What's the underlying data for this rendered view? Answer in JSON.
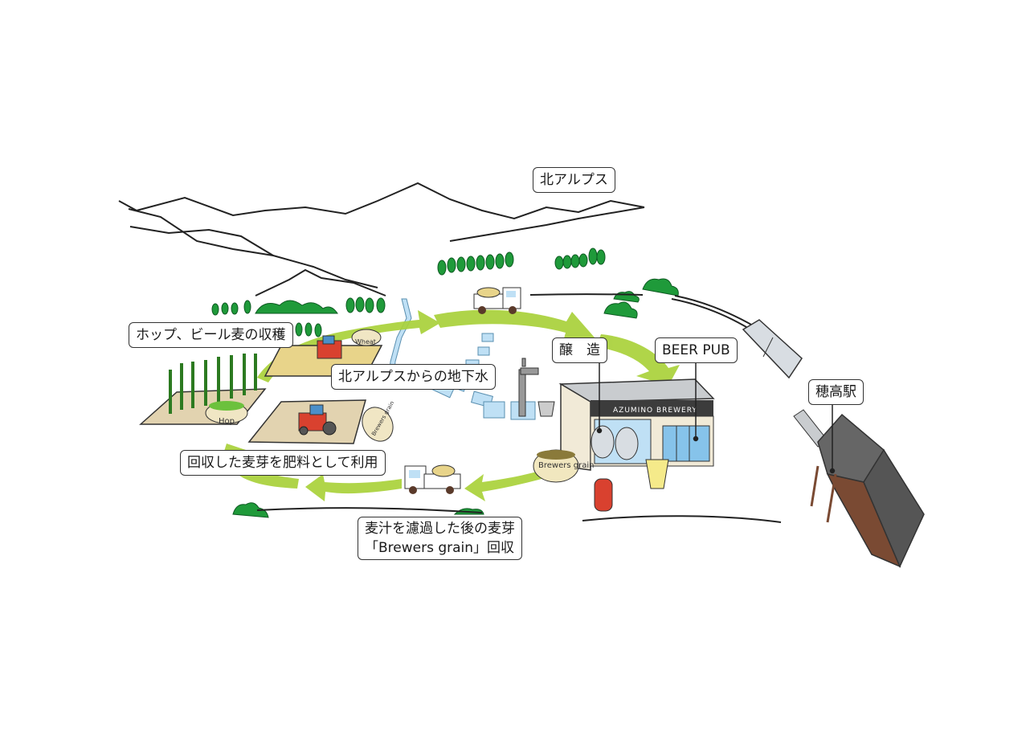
{
  "labels": {
    "north_alps": "北アルプス",
    "harvest": "ホップ、ビール麦の収穫",
    "groundwater": "北アルプスからの地下水",
    "brewing": "醸　造",
    "beer_pub": "BEER PUB",
    "hotaka_station": "穂高駅",
    "fertilizer": "回収した麦芽を肥料として利用",
    "collection_line1": "麦汁を濾過した後の麦芽",
    "collection_line2": "「Brewers grain」回収"
  },
  "illustration_text": {
    "wheat_basket": "Wheat",
    "hop_basket": "Hop",
    "grain_basket_field": "Brewers grain",
    "grain_basket_brewery": "Brewers grain",
    "brewery_sign": "AZUMINO BREWERY"
  },
  "colors": {
    "arrow_green": "#a9d13a",
    "tree_green": "#1f9a3a",
    "water_blue": "#bfe0f5",
    "field_tan": "#e2d3b0",
    "tractor_red": "#d9412f",
    "station_brown": "#7a4a33",
    "roof_gray": "#666666"
  }
}
